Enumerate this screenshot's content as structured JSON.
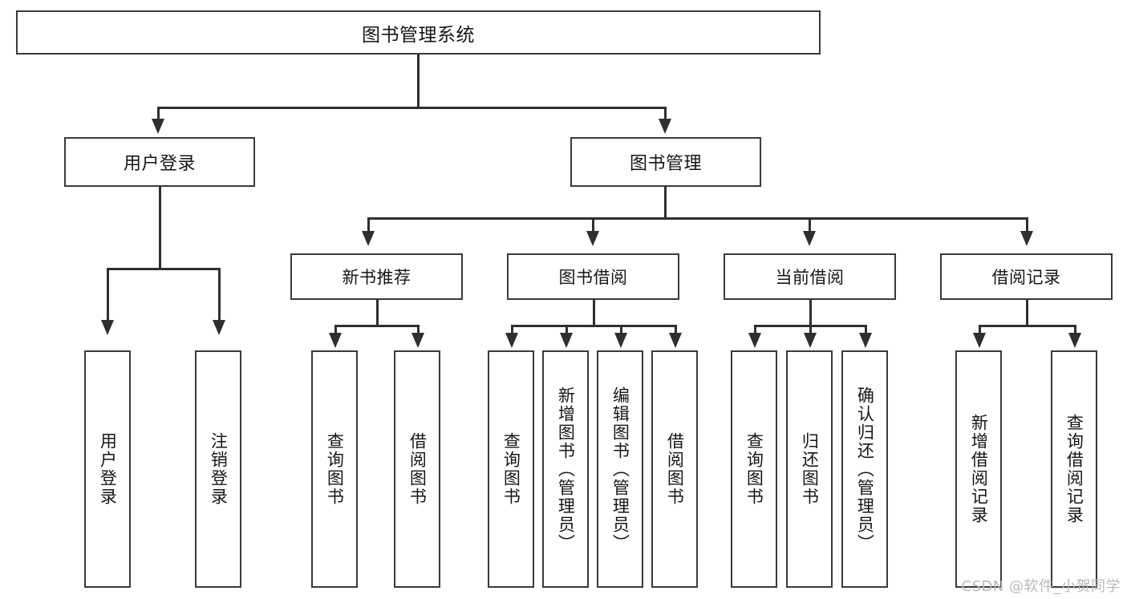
{
  "diagram": {
    "title": "图书管理系统",
    "type": "tree",
    "watermark": "CSDN @软件_小贺同学",
    "colors": {
      "box_border": "#3a3a3a",
      "box_fill": "#ffffff",
      "connector": "#2f2f2f",
      "text": "#161616",
      "watermark": "#b9b9b9"
    },
    "root": {
      "label": "图书管理系统",
      "level": 1
    },
    "level2": [
      {
        "label": "用户登录"
      },
      {
        "label": "图书管理"
      }
    ],
    "level3": [
      {
        "label": "新书推荐"
      },
      {
        "label": "图书借阅"
      },
      {
        "label": "当前借阅"
      },
      {
        "label": "借阅记录"
      }
    ],
    "leaves": {
      "user_login": [
        {
          "label": "用户登录"
        },
        {
          "label": "注销登录"
        }
      ],
      "new_book_recommend": [
        {
          "label": "查询图书"
        },
        {
          "label": "借阅图书"
        }
      ],
      "book_borrow": [
        {
          "label": "查询图书"
        },
        {
          "label": "新增图书（管理员）"
        },
        {
          "label": "编辑图书（管理员）"
        },
        {
          "label": "借阅图书"
        }
      ],
      "current_borrow": [
        {
          "label": "查询图书"
        },
        {
          "label": "归还图书"
        },
        {
          "label": "确认归还（管理员）"
        }
      ],
      "borrow_record": [
        {
          "label": "新增借阅记录"
        },
        {
          "label": "查询借阅记录"
        }
      ]
    }
  }
}
